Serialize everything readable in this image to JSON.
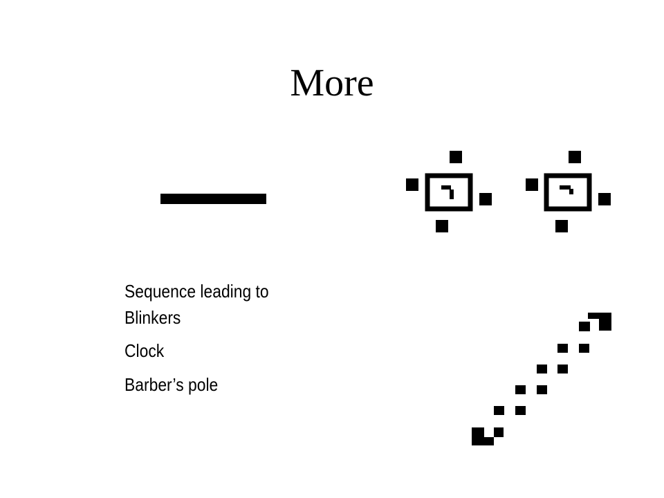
{
  "slide": {
    "title": "More",
    "bullets": [
      "Sequence leading to Blinkers",
      "Clock",
      "Barber’s pole"
    ]
  },
  "colors": {
    "background": "#ffffff",
    "text": "#000000",
    "cell": "#000000"
  },
  "figures": {
    "blinker_sequence": "horizontal-bar-pattern",
    "clock": "clock-oscillator-pattern",
    "barbers_pole": "barbers-pole-pattern"
  }
}
